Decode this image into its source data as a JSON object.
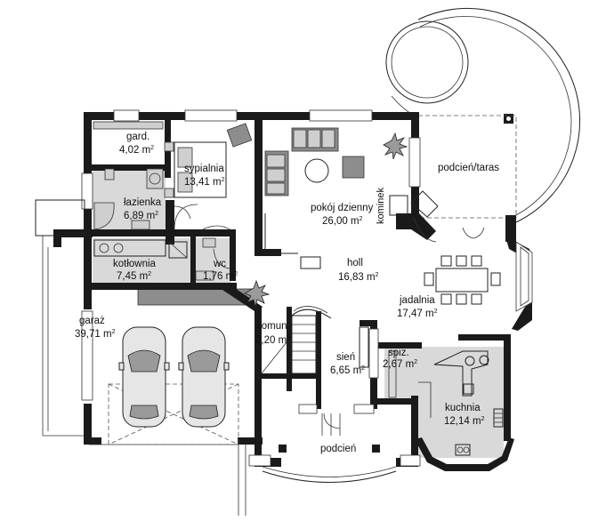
{
  "rooms": [
    {
      "id": "gard",
      "name": "gard.",
      "area": "4,02 m",
      "sup": "2"
    },
    {
      "id": "sypialnia",
      "name": "sypialnia",
      "area": "13,41 m",
      "sup": "2"
    },
    {
      "id": "lazienka",
      "name": "łazienka",
      "area": "6,89 m",
      "sup": "2"
    },
    {
      "id": "pokoj",
      "name": "pokój dzienny",
      "area": "26,00 m",
      "sup": "2"
    },
    {
      "id": "podcien_taras",
      "name": "podcień/taras",
      "area": "",
      "sup": ""
    },
    {
      "id": "kominek",
      "name": "kominek",
      "area": "",
      "sup": ""
    },
    {
      "id": "kotlownia",
      "name": "kotłownia",
      "area": "7,45 m",
      "sup": "2"
    },
    {
      "id": "wc",
      "name": "wc",
      "area": "1,76 m",
      "sup": "2"
    },
    {
      "id": "holl",
      "name": "holl",
      "area": "16,83 m",
      "sup": "2"
    },
    {
      "id": "jadalnia",
      "name": "jadalnia",
      "area": "17,47 m",
      "sup": "2"
    },
    {
      "id": "garaz",
      "name": "garaż",
      "area": "39,71 m",
      "sup": "2"
    },
    {
      "id": "komun",
      "name": "komun.",
      "area": "2,20 m",
      "sup": "2"
    },
    {
      "id": "sien",
      "name": "sień",
      "area": "6,65 m",
      "sup": "2"
    },
    {
      "id": "spiz",
      "name": "spiż.",
      "area": "2,67 m",
      "sup": "2"
    },
    {
      "id": "kuchnia",
      "name": "kuchnia",
      "area": "12,14 m",
      "sup": "2"
    },
    {
      "id": "podcien",
      "name": "podcień",
      "area": "",
      "sup": ""
    }
  ],
  "colors": {
    "wall": "#1a1a1a",
    "tile": "#d9d9d9",
    "furniture": "#cfcfcf",
    "furniture_dark": "#8d8d8d"
  }
}
